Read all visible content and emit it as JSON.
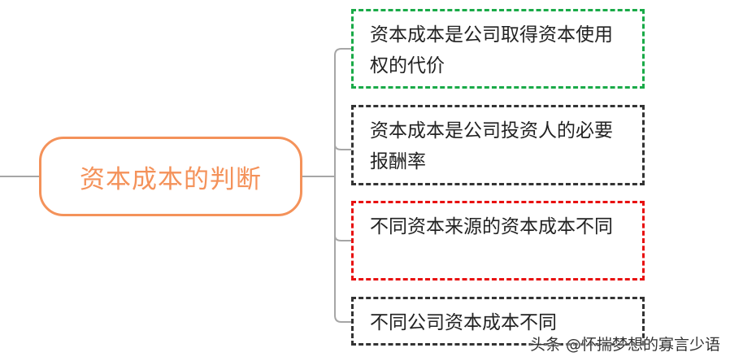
{
  "root": {
    "label": "资本成本的判断",
    "color": "#f4925a"
  },
  "children": [
    {
      "label": "资本成本是公司取得资本使用权的代价",
      "border_color": "#1aaa48"
    },
    {
      "label": "资本成本是公司投资人的必要报酬率",
      "border_color": "#333333"
    },
    {
      "label": "不同资本来源的资本成本不同",
      "border_color": "#e81010"
    },
    {
      "label": "不同公司资本成本不同",
      "border_color": "#333333"
    }
  ],
  "connector_color": "#a6a6a6",
  "watermark": "头条 @怀揣梦想的寡言少语"
}
